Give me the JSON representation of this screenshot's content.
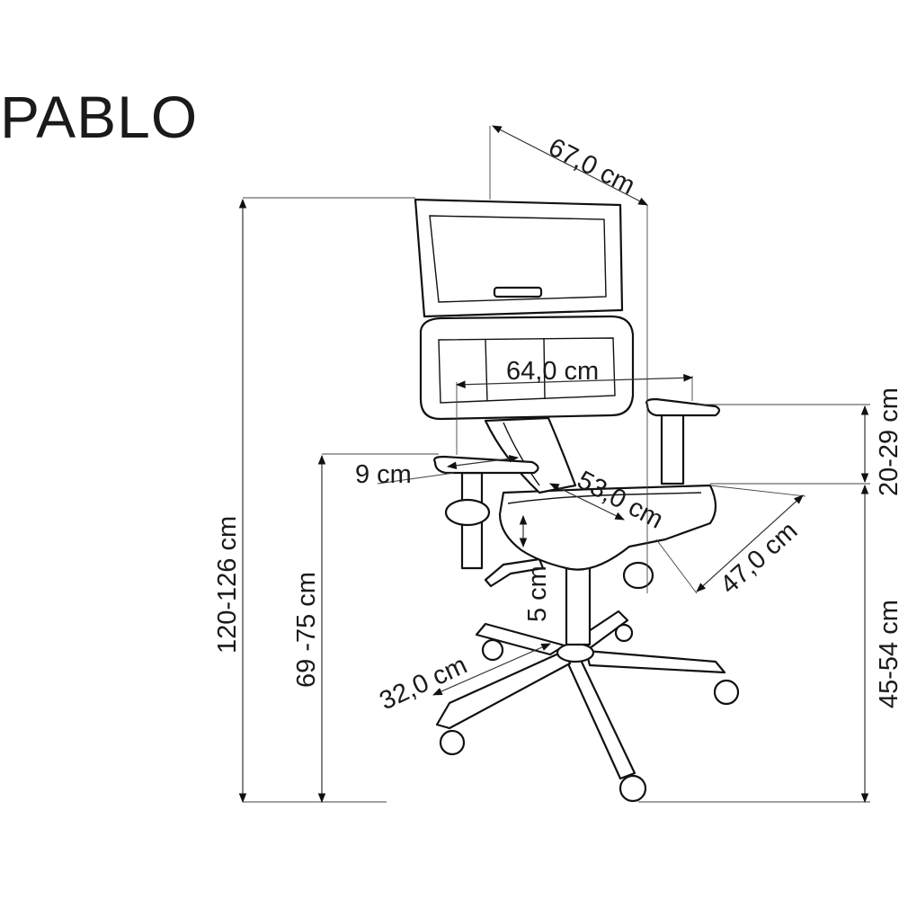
{
  "product_name": "PABLO",
  "dimensions": {
    "total_depth": "67,0 cm",
    "armrest_span": "64,0 cm",
    "armrest_adjust": "20-29 cm",
    "total_height": "120-126 cm",
    "armrest_height": "69 -75 cm",
    "armrest_width": "9 cm",
    "seat_width": "53,0 cm",
    "seat_depth": "47,0 cm",
    "seat_slide": "5 cm",
    "base_radius": "32,0 cm",
    "seat_height": "45-54 cm"
  },
  "colors": {
    "line": "#111111",
    "background": "#ffffff"
  }
}
